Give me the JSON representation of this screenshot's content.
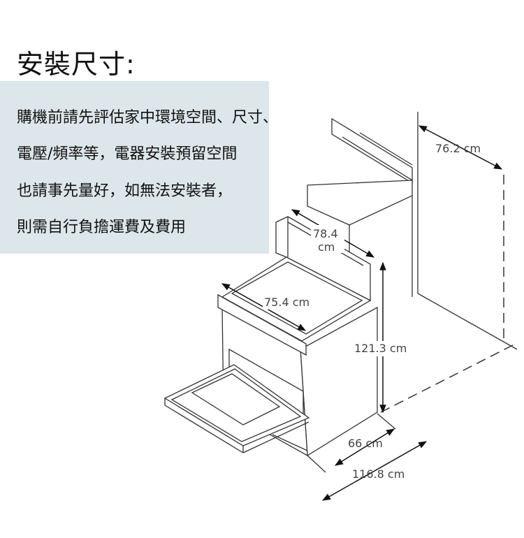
{
  "title": "安裝尺寸:",
  "notes": [
    "購機前請先評估家中環境空間、尺寸、",
    "電壓/頻率等，電器安裝預留空間",
    "也請事先量好，如無法安裝者，",
    "則需自行負擔運費及費用"
  ],
  "dimensions": {
    "wall_clearance": "76.2 cm",
    "cooktop_depth_value": "78.4",
    "cooktop_depth_unit": "cm",
    "width": "75.4 cm",
    "height": "121.3 cm",
    "depth": "66 cm",
    "depth_door_open": "116.8 cm"
  },
  "colors": {
    "panel_bg": "#dde6ea",
    "line": "#333333"
  }
}
